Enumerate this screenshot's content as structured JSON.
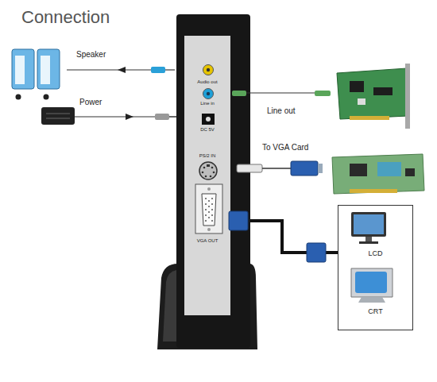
{
  "diagram": {
    "title": "Connection",
    "nodes": [
      {
        "text": [
          "Audio out",
          "Line in",
          "DC 5V",
          "PS/2 IN",
          "VGA OUT"
        ]
      },
      {
        "text": [
          "LCD",
          "CRT"
        ]
      }
    ],
    "edges": [
      {
        "from": 0,
        "to": 1,
        "arrow": "none"
      }
    ],
    "labels": [
      "Speaker",
      "Power",
      "Line out",
      "To VGA Card"
    ]
  }
}
